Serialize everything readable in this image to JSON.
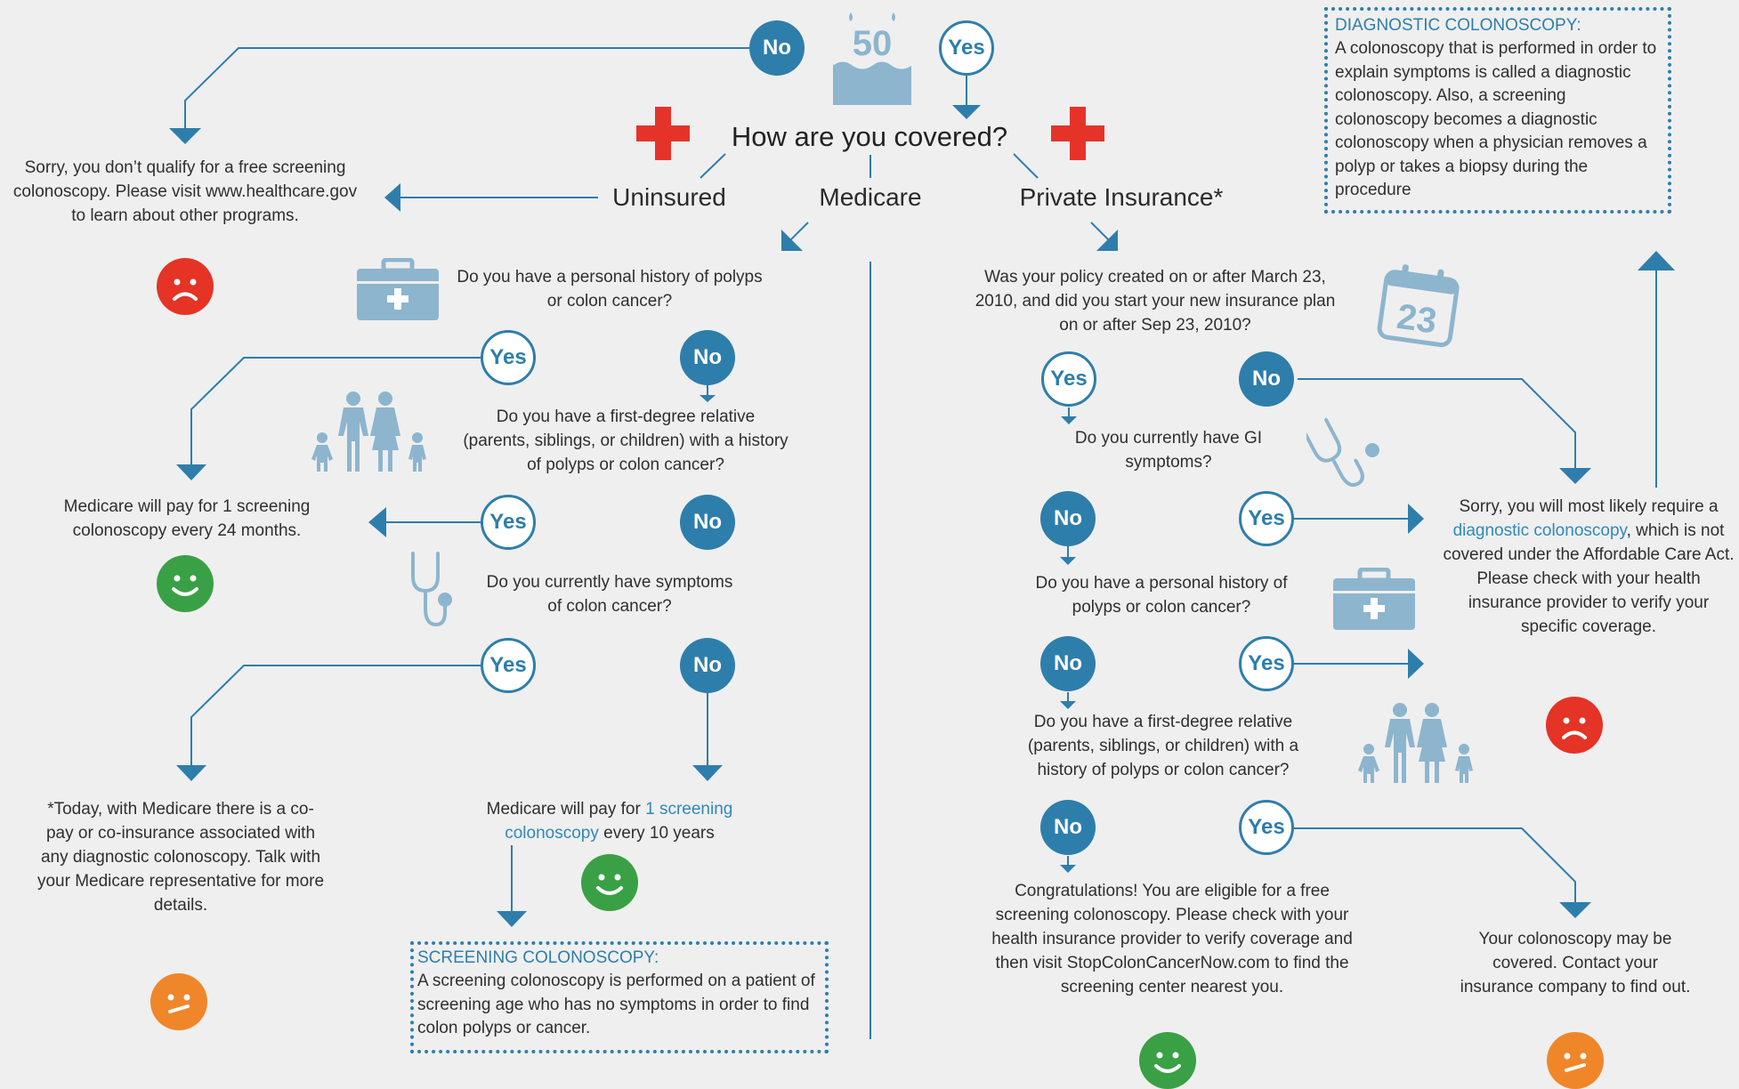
{
  "start": {
    "no": "No",
    "yes": "Yes",
    "cake_number": "50"
  },
  "question": "How are you covered?",
  "branches": {
    "uninsured": "Uninsured",
    "medicare": "Medicare",
    "private": "Private Insurance*"
  },
  "uninsured": {
    "message": "Sorry, you don’t qualify for a free screening colonoscopy. Please visit www.healthcare.gov to learn about other programs.",
    "face": "sad"
  },
  "medicare": {
    "q1": "Do you have a personal history of polyps or colon cancer?",
    "q2": "Do you have a first-degree  relative (parents, siblings, or children) with a history of polyps or colon cancer?",
    "q3": "Do you currently have symptoms of colon cancer?",
    "pay24": "Medicare will pay for 1 screening colonoscopy every 24 months.",
    "copay": "*Today, with Medicare there is a co-pay or co-insurance associated with any diagnostic colonoscopy. Talk with your Medicare representative for more details.",
    "pay10_pre": "Medicare will pay for ",
    "pay10_link": "1 screening colonoscopy",
    "pay10_post": " every 10 years"
  },
  "screening_def": {
    "title": "SCREENING COLONOSCOPY:",
    "body": "A screening colonoscopy is performed on a patient of screening age who has no symptoms in order to find colon polyps or cancer."
  },
  "diagnostic_def": {
    "title": "DIAGNOSTIC COLONOSCOPY:",
    "body": "A colonoscopy that is performed in order to explain symptoms is called a diagnostic colonoscopy.  Also, a screening colonoscopy becomes a diagnostic colonoscopy when a physician removes a polyp or takes a biopsy during the procedure"
  },
  "private": {
    "q1": "Was your policy created on or after March 23, 2010, and did you start your new insurance plan on or after Sep 23, 2010?",
    "calendar_day": "23",
    "q2": "Do you currently have GI symptoms?",
    "q3": "Do you have a personal history of polyps or colon cancer?",
    "q4": "Do you have a first-degree relative (parents, siblings, or children) with a history of polyps or colon cancer?",
    "sorry_pre": "Sorry, you will most likely require a ",
    "sorry_link": "diagnostic colonoscopy",
    "sorry_post": ", which is not covered under the Affordable Care Act. Please check with your health insurance provider to verify your specific coverage.",
    "congrats": "Congratulations! You are eligible for a free screening colonoscopy. Please check with your health insurance provider to verify coverage and then visit StopColonCancerNow.com to find the screening center nearest you.",
    "maybe": "Your colonoscopy may be covered. Contact your insurance company to find out."
  },
  "answers": {
    "yes": "Yes",
    "no": "No"
  },
  "colors": {
    "blue": "#2e7eab",
    "light_blue": "#8db5ce",
    "red_cross": "#e5332a",
    "sad": "#e53325",
    "happy": "#3aa045",
    "neutral": "#f0862a"
  }
}
